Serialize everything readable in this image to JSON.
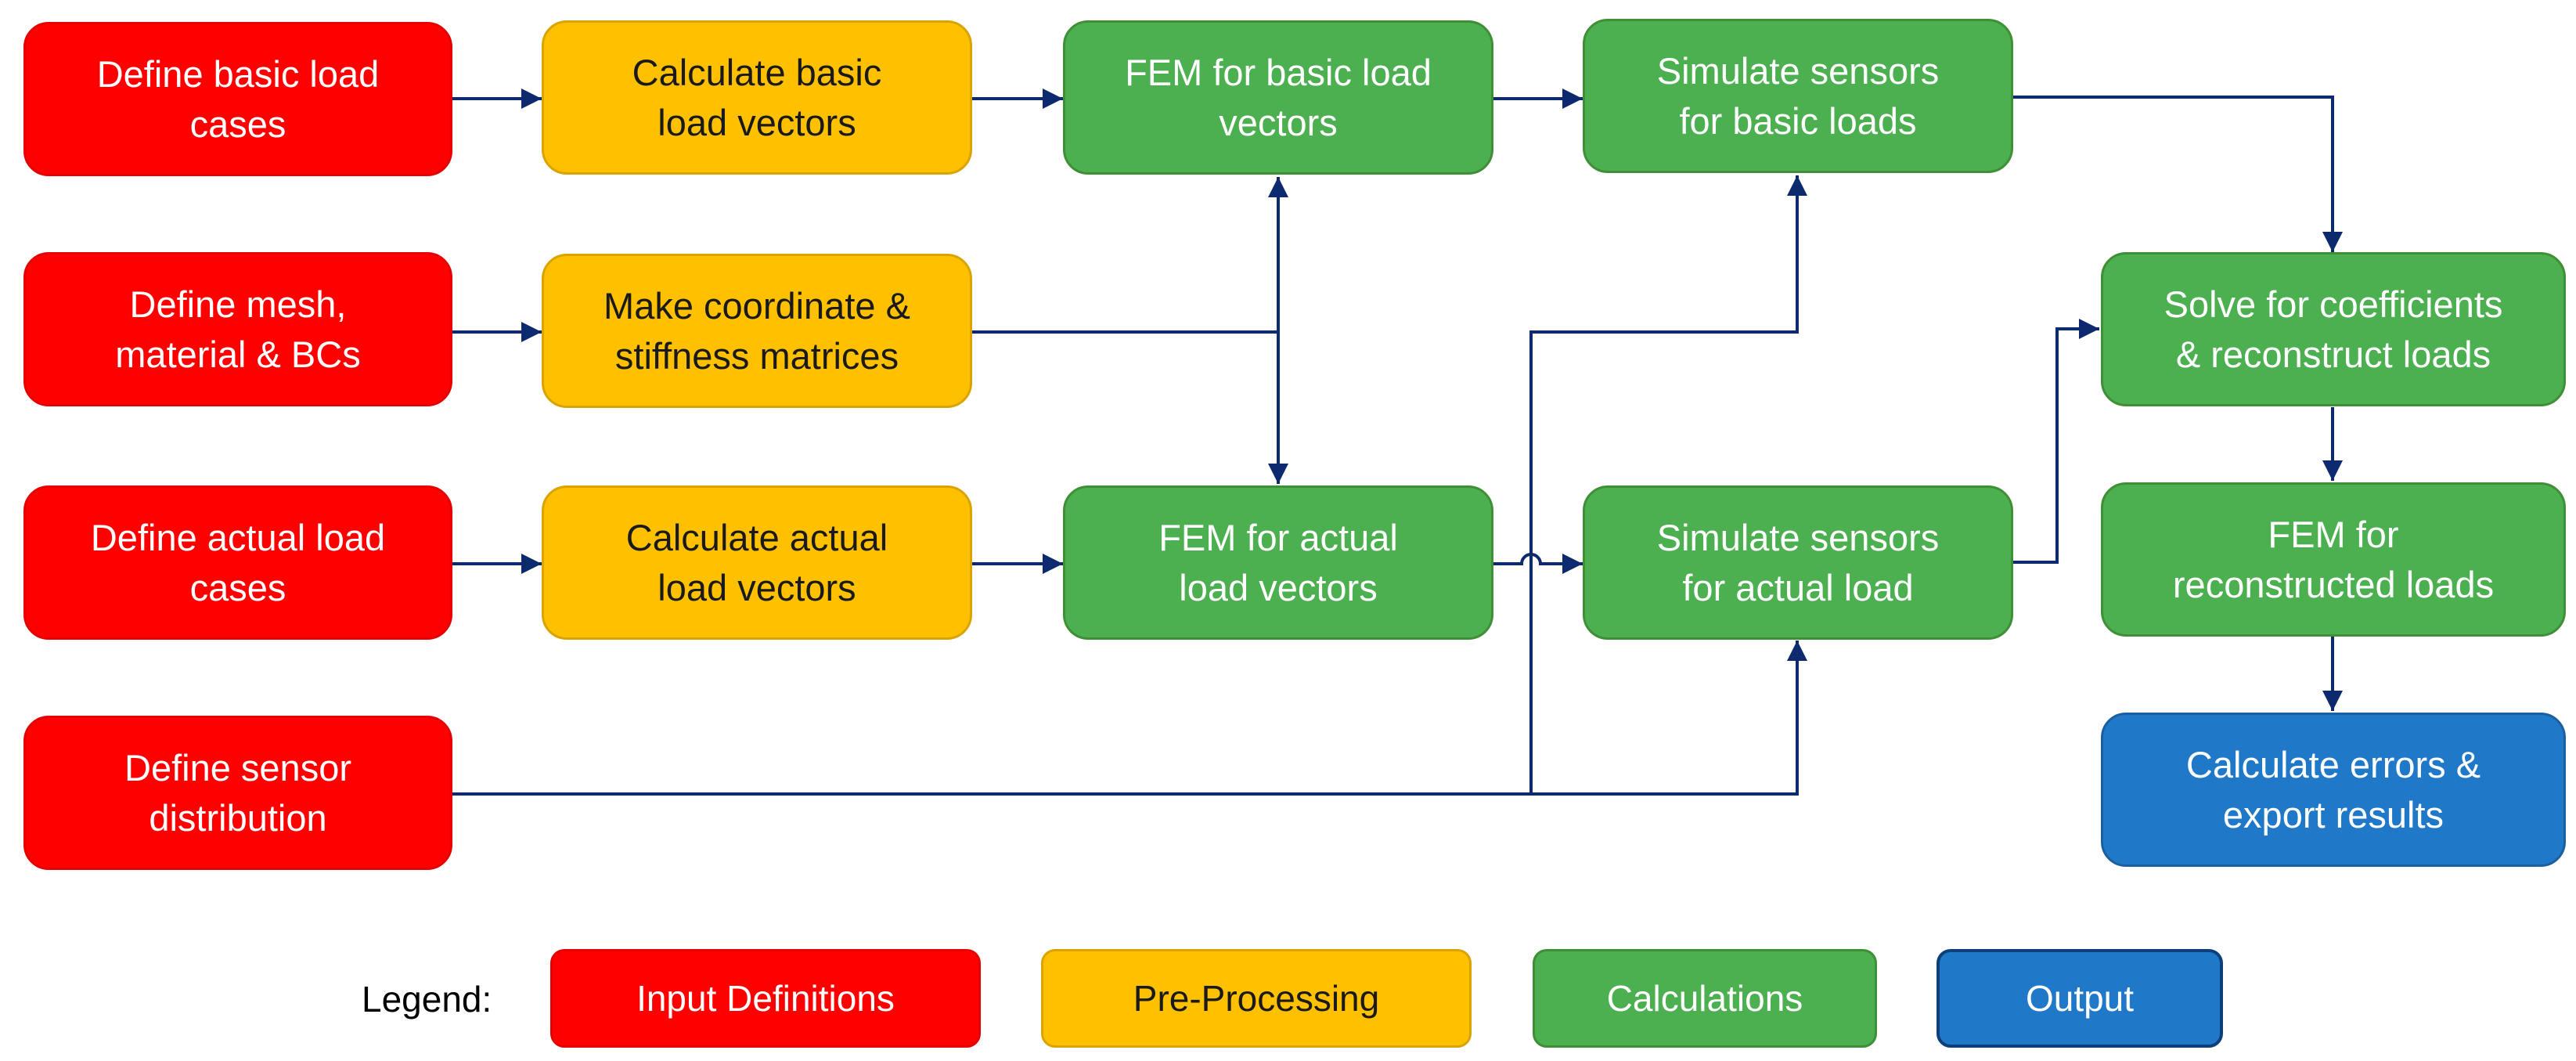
{
  "colors": {
    "input": "#ff0000",
    "preprocessing": "#ffc000",
    "calculation": "#4caf50",
    "output": "#1f78c8",
    "connector": "#0d2a6e"
  },
  "nodes": {
    "define_basic": "Define basic load\ncases",
    "define_mesh": "Define mesh,\nmaterial & BCs",
    "define_actual": "Define actual load\ncases",
    "define_sensor": "Define sensor\ndistribution",
    "calc_basic_vectors": "Calculate basic\nload vectors",
    "make_matrices": "Make coordinate &\nstiffness matrices",
    "calc_actual_vectors": "Calculate actual\nload vectors",
    "fem_basic": "FEM for basic load\nvectors",
    "fem_actual": "FEM for actual\nload vectors",
    "sim_basic": "Simulate sensors\nfor basic loads",
    "sim_actual": "Simulate sensors\nfor actual load",
    "solve": "Solve for coefficients\n& reconstruct loads",
    "fem_reconstructed": "FEM for\nreconstructed loads",
    "calc_errors": "Calculate errors &\nexport results"
  },
  "legend": {
    "label": "Legend:",
    "input": "Input Definitions",
    "preprocessing": "Pre-Processing",
    "calculation": "Calculations",
    "output": "Output"
  }
}
